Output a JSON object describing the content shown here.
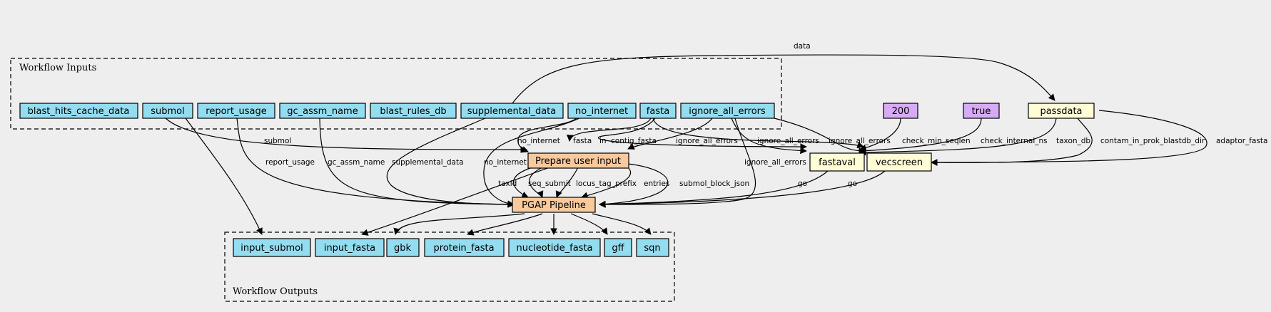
{
  "colors": {
    "io": "#94dcf0",
    "step": "#f8c99c",
    "tool": "#fffcd6",
    "param": "#d7aaf6",
    "background": "#eeeeee"
  },
  "clusters": {
    "inputs_label": "Workflow Inputs",
    "outputs_label": "Workflow Outputs"
  },
  "nodes": {
    "blast_hits_cache_data": "blast_hits_cache_data",
    "submol": "submol",
    "report_usage": "report_usage",
    "gc_assm_name": "gc_assm_name",
    "blast_rules_db": "blast_rules_db",
    "supplemental_data": "supplemental_data",
    "no_internet": "no_internet",
    "fasta": "fasta",
    "ignore_all_errors": "ignore_all_errors",
    "p200": "200",
    "ptrue": "true",
    "passdata": "passdata",
    "prepare": "Prepare user input",
    "fastaval": "fastaval",
    "vecscreen": "vecscreen",
    "pgap": "PGAP Pipeline",
    "input_submol": "input_submol",
    "input_fasta": "input_fasta",
    "gbk": "gbk",
    "protein_fasta": "protein_fasta",
    "nucleotide_fasta": "nucleotide_fasta",
    "gff": "gff",
    "sqn": "sqn"
  },
  "edge_labels": {
    "data": "data",
    "submol": "submol",
    "report_usage": "report_usage",
    "gc_assm_name": "gc_assm_name",
    "supplemental_data": "supplemental_data",
    "no_internet_a": "no_internet",
    "no_internet_b": "no_internet",
    "fasta": "fasta",
    "in": "in",
    "contig_fasta": "contig_fasta",
    "ignore_all_errors_a": "ignore_all_errors",
    "ignore_all_errors_b": "ignore_all_errors",
    "ignore_all_errors_c": "ignore_all_errors",
    "ignore_all_errors_d": "ignore_all_errors",
    "check_min_seqlen": "check_min_seqlen",
    "check_internal_ns": "check_internal_ns",
    "taxon_db": "taxon_db",
    "contam_in_prok_blastdb_dir": "contam_in_prok_blastdb_dir",
    "adaptor_fasta": "adaptor_fasta",
    "taxid": "taxid",
    "seq_submit": "seq_submit",
    "locus_tag_prefix": "locus_tag_prefix",
    "entries": "entries",
    "submol_block_json": "submol_block_json",
    "go_a": "go",
    "go_b": "go"
  }
}
